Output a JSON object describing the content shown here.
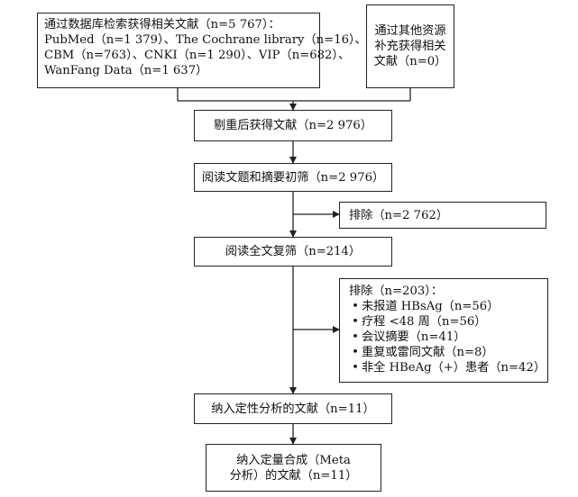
{
  "boxes": {
    "source_db": {
      "lines": [
        "通过数据库检索获得相关文献（n=5 767）：",
        "PubMed（n=1 379）、The Cochrane library（n=16）、",
        "CBM（n=763）、CNKI（n=1 290）、VIP（n=682）、",
        "WanFang Data（n=1 637）"
      ]
    },
    "source_other": {
      "lines": [
        "通过其他资源",
        "补充获得相关",
        "文献（n=0）"
      ]
    },
    "dedup": {
      "text": "剔重后获得文献（n=2 976）"
    },
    "screen_title": {
      "text": "阅读文题和摘要初筛（n=2 976）"
    },
    "exclude_1": {
      "text": "排除（n=2 762）"
    },
    "fulltext": {
      "text": "阅读全文复筛（n=214）"
    },
    "exclude_2": {
      "title": "排除（n=203）：",
      "items": [
        "未报道 HBsAg（n=56）",
        "疗程 <48 周（n=56）",
        "会议摘要（n=41）",
        "重复或雷同文献（n=8）",
        "非全 HBeAg（+）患者（n=42）"
      ]
    },
    "qualitative": {
      "text": "纳入定性分析的文献（n=11）"
    },
    "meta": {
      "lines": [
        "纳入定量合成（Meta",
        "分析）的文献（n=11）"
      ]
    }
  },
  "bullet_glyph": "•"
}
